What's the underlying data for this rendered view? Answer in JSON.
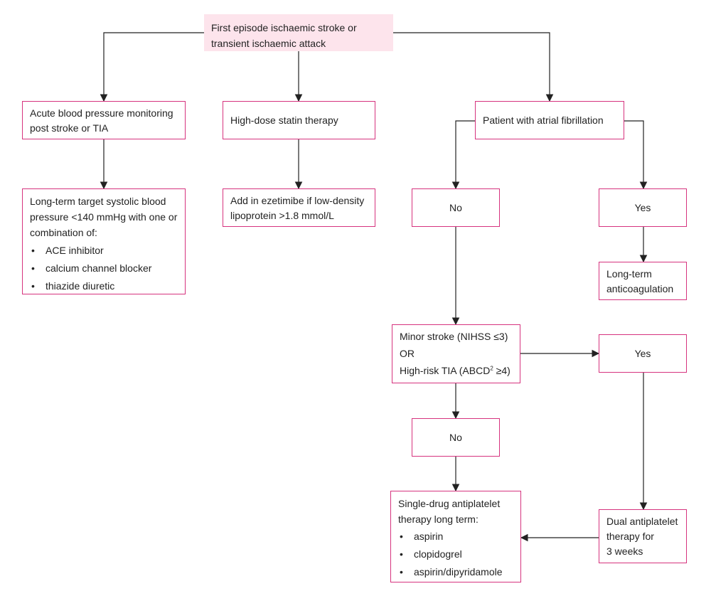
{
  "root": {
    "line1": "First episode ischaemic stroke or",
    "line2": "transient ischaemic attack"
  },
  "bp_monitoring": {
    "line1": "Acute blood pressure monitoring",
    "line2": "post stroke or TIA"
  },
  "bp_target": {
    "line1": "Long-term target systolic blood",
    "line2": "pressure <140 mmHg with one or",
    "line3": "combination of:",
    "items": [
      "ACE inhibitor",
      "calcium channel blocker",
      "thiazide diuretic"
    ]
  },
  "statin": {
    "label": "High-dose statin therapy"
  },
  "ezetimibe": {
    "line1": "Add in ezetimibe if low-density",
    "line2": "lipoprotein >1.8 mmol/L"
  },
  "af": {
    "label": "Patient with atrial fibrillation"
  },
  "af_no": {
    "label": "No"
  },
  "af_yes": {
    "label": "Yes"
  },
  "anticoag": {
    "line1": "Long-term",
    "line2": "anticoagulation"
  },
  "minor_stroke": {
    "line1": "Minor stroke (NIHSS ≤3)",
    "line2": "OR",
    "line3_pre": "High-risk TIA (ABCD",
    "line3_sup": "2",
    "line3_post": " ≥4)"
  },
  "minor_yes": {
    "label": "Yes"
  },
  "minor_no": {
    "label": "No"
  },
  "single_drug": {
    "line1": "Single-drug antiplatelet",
    "line2": "therapy long term:",
    "items": [
      "aspirin",
      "clopidogrel",
      "aspirin/dipyridamole"
    ]
  },
  "dual": {
    "line1": "Dual antiplatelet",
    "line2": "therapy for",
    "line3": "3 weeks"
  }
}
